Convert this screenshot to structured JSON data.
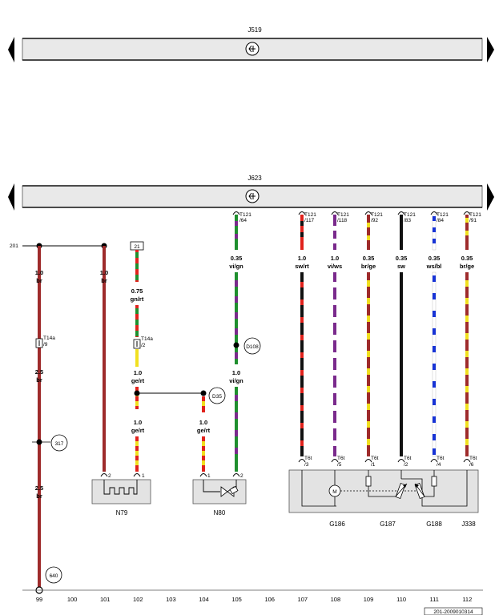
{
  "modules": {
    "top": {
      "name": "J519"
    },
    "bottom": {
      "name": "J623"
    }
  },
  "ground_label": "201",
  "wires": {
    "w99a": {
      "size": "1.0",
      "color": "br"
    },
    "w99b": {
      "size": "2.5",
      "color": "br"
    },
    "w99c": {
      "size": "2.5",
      "color": "br"
    },
    "w101": {
      "size": "1.0",
      "color": "br"
    },
    "w102a": {
      "size": "0.75",
      "color": "gn/rt"
    },
    "w102b": {
      "size": "1.0",
      "color": "ge/rt"
    },
    "w102c": {
      "size": "1.0",
      "color": "ge/rt"
    },
    "w104": {
      "size": "1.0",
      "color": "ge/rt"
    },
    "w105a": {
      "size": "0.35",
      "color": "vi/gn"
    },
    "w105b": {
      "size": "1.0",
      "color": "vi/gn"
    },
    "w107": {
      "size": "1.0",
      "color": "sw/rt"
    },
    "w108": {
      "size": "1.0",
      "color": "vi/ws"
    },
    "w109": {
      "size": "0.35",
      "color": "br/ge"
    },
    "w110": {
      "size": "0.35",
      "color": "sw"
    },
    "w111": {
      "size": "0.35",
      "color": "ws/bl"
    },
    "w112": {
      "size": "0.35",
      "color": "br/ge"
    }
  },
  "connectors": {
    "t14a_99": {
      "line1": "T14a",
      "line2": "/9"
    },
    "t14a_102": {
      "line1": "T14a",
      "line2": "/2"
    },
    "box21": "21",
    "t121_105": {
      "line1": "T121",
      "line2": "/64"
    },
    "t121_107": {
      "line1": "T121",
      "line2": "/117"
    },
    "t121_108": {
      "line1": "T121",
      "line2": "/118"
    },
    "t121_109": {
      "line1": "T121",
      "line2": "/92"
    },
    "t121_110": {
      "line1": "T121",
      "line2": "/83"
    },
    "t121_111": {
      "line1": "T121",
      "line2": "/84"
    },
    "t121_112": {
      "line1": "T121",
      "line2": "/91"
    },
    "t6t_107": {
      "line1": "T6t",
      "line2": "/3"
    },
    "t6t_108": {
      "line1": "T6t",
      "line2": "/5"
    },
    "t6t_109": {
      "line1": "T6t",
      "line2": "/1"
    },
    "t6t_110": {
      "line1": "T6t",
      "line2": "/2"
    },
    "t6t_111": {
      "line1": "T6t",
      "line2": "/4"
    },
    "t6t_112": {
      "line1": "T6t",
      "line2": "/6"
    },
    "pin_101": "2",
    "pin_102": "1",
    "pin_104": "1",
    "pin_105": "2"
  },
  "refs": {
    "d108": "D108",
    "d35": "D35",
    "r317": "317",
    "r640": "640"
  },
  "components": {
    "n79": "N79",
    "n80": "N80",
    "g186": "G186",
    "g187": "G187",
    "g188": "G188",
    "j338": "J338"
  },
  "motor_symbol": "M",
  "bottom_scale": [
    "99",
    "100",
    "101",
    "102",
    "103",
    "104",
    "105",
    "106",
    "107",
    "108",
    "109",
    "110",
    "111",
    "112"
  ],
  "footer_code": "201-2009010314"
}
